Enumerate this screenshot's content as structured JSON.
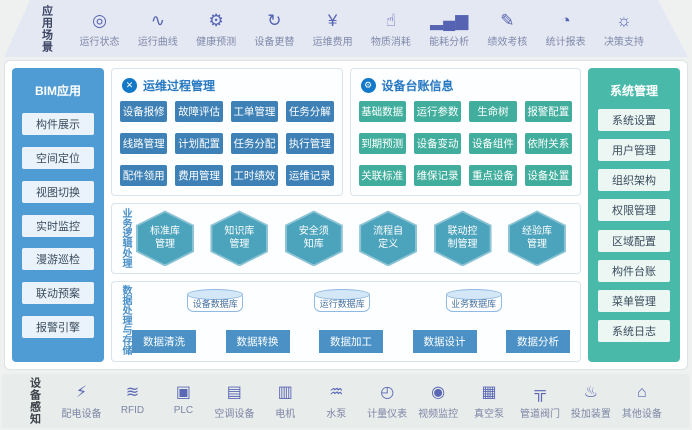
{
  "top_bar": {
    "label": "应用场景",
    "items": [
      {
        "label": "运行状态",
        "glyph": "◎"
      },
      {
        "label": "运行曲线",
        "glyph": "∿"
      },
      {
        "label": "健康预测",
        "glyph": "⚙"
      },
      {
        "label": "设备更替",
        "glyph": "↻"
      },
      {
        "label": "运维费用",
        "glyph": "¥"
      },
      {
        "label": "物质消耗",
        "glyph": "☝"
      },
      {
        "label": "能耗分析",
        "glyph": "▂▄▆"
      },
      {
        "label": "绩效考核",
        "glyph": "✎"
      },
      {
        "label": "统计报表",
        "glyph": "◔"
      },
      {
        "label": "决策支持",
        "glyph": "☼"
      }
    ]
  },
  "bim_sidebar": {
    "title": "BIM应用",
    "items": [
      "构件展示",
      "空间定位",
      "视图切换",
      "实时监控",
      "漫游巡检",
      "联动预案",
      "报警引擎"
    ]
  },
  "system_sidebar": {
    "title": "系统管理",
    "items": [
      "系统设置",
      "用户管理",
      "组织架构",
      "权限管理",
      "区域配置",
      "构件台账",
      "菜单管理",
      "系统日志"
    ]
  },
  "om_process": {
    "title": "运维过程管理",
    "icon_glyph": "✕",
    "items": [
      "设备报修",
      "故障评估",
      "工单管理",
      "任务分解",
      "线路管理",
      "计划配置",
      "任务分配",
      "执行管理",
      "配件领用",
      "费用管理",
      "工时绩效",
      "运维记录"
    ]
  },
  "equipment_ledger": {
    "title": "设备台账信息",
    "icon_glyph": "⚙",
    "items": [
      "基础数据",
      "运行参数",
      "生命树",
      "报警配置",
      "到期预测",
      "设备变动",
      "设备组件",
      "依附关系",
      "关联标准",
      "维保记录",
      "重点设备",
      "设备处置"
    ]
  },
  "business_logic": {
    "label": "业务逻辑处理",
    "hexagons": [
      {
        "line1": "标准库",
        "line2": "管理"
      },
      {
        "line1": "知识库",
        "line2": "管理"
      },
      {
        "line1": "安全须",
        "line2": "知库"
      },
      {
        "line1": "流程自",
        "line2": "定义"
      },
      {
        "line1": "联动控",
        "line2": "制管理"
      },
      {
        "line1": "经验库",
        "line2": "管理"
      }
    ]
  },
  "data_processing": {
    "label": "数据处理与存储",
    "databases": [
      "设备数据库",
      "运行数据库",
      "业务数据库"
    ],
    "items": [
      "数据清洗",
      "数据转换",
      "数据加工",
      "数据设计",
      "数据分析"
    ]
  },
  "device_bar": {
    "label": "设备感知",
    "items": [
      {
        "label": "配电设备",
        "glyph": "⚡"
      },
      {
        "label": "RFID",
        "glyph": "≋"
      },
      {
        "label": "PLC",
        "glyph": "▣"
      },
      {
        "label": "空调设备",
        "glyph": "▤"
      },
      {
        "label": "电机",
        "glyph": "▥"
      },
      {
        "label": "水泵",
        "glyph": "♒"
      },
      {
        "label": "计量仪表",
        "glyph": "◴"
      },
      {
        "label": "视频监控",
        "glyph": "◉"
      },
      {
        "label": "真空泵",
        "glyph": "▦"
      },
      {
        "label": "管道阀门",
        "glyph": "╦"
      },
      {
        "label": "投加装置",
        "glyph": "♨"
      },
      {
        "label": "其他设备",
        "glyph": "⌂"
      }
    ]
  },
  "colors": {
    "top_bar_bg": "#E4E8F2",
    "icon_indigo": "#5A67B5",
    "bim_sidebar_bg": "#4F9CD4",
    "system_sidebar_bg": "#49B9A9",
    "om_button": "#3E81B6",
    "ledger_button": "#41AE9D",
    "hexagon": "#4CA3BC",
    "data_button": "#4B91C5",
    "section_title": "#2678C2",
    "bottom_bar_bg": "#E8ECEA"
  }
}
